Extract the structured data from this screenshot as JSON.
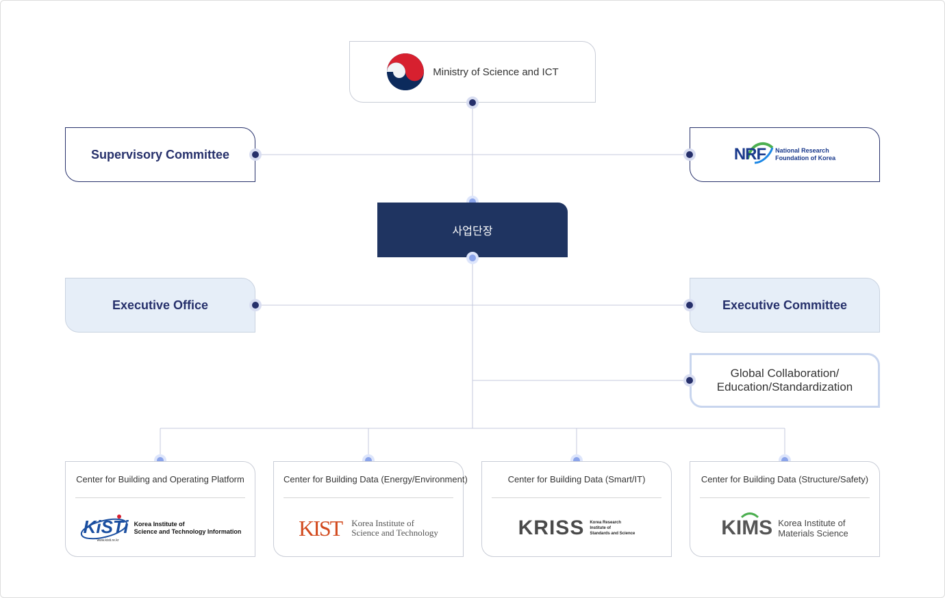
{
  "ministry": {
    "label": "Ministry of Science and ICT"
  },
  "supervisory": {
    "label": "Supervisory Committee"
  },
  "nrf": {
    "wordmark": "NRF",
    "line1": "National Research",
    "line2": "Foundation of Korea"
  },
  "director": {
    "label": "사업단장"
  },
  "executive_office": {
    "label": "Executive Office"
  },
  "executive_committee": {
    "label": "Executive Committee"
  },
  "global": {
    "line1": "Global Collaboration/",
    "line2": "Education/Standardization"
  },
  "centers": [
    {
      "title": "Center for Building and Operating Platform",
      "logo_word": "KiSTi",
      "logo_url": "www.kisti.re.kr",
      "logo_line1": "Korea Institute of",
      "logo_line2": "Science and Technology Information"
    },
    {
      "title": "Center for Building Data (Energy/Environment)",
      "logo_word": "KIST",
      "logo_line1": "Korea Institute of",
      "logo_line2": "Science and Technology"
    },
    {
      "title": "Center for Building Data (Smart/IT)",
      "logo_word": "KRISS",
      "logo_line1": "Korea Research",
      "logo_line2": "Institute of",
      "logo_line3": "Standards and Science"
    },
    {
      "title": "Center for Building Data (Structure/Safety)",
      "logo_word": "KIMS",
      "logo_line1": "Korea Institute of",
      "logo_line2": "Materials Science"
    }
  ],
  "colors": {
    "navy": "#26306b",
    "dark_box": "#1f3461",
    "light_box": "#e6eef8",
    "line": "#c4c8dc"
  }
}
